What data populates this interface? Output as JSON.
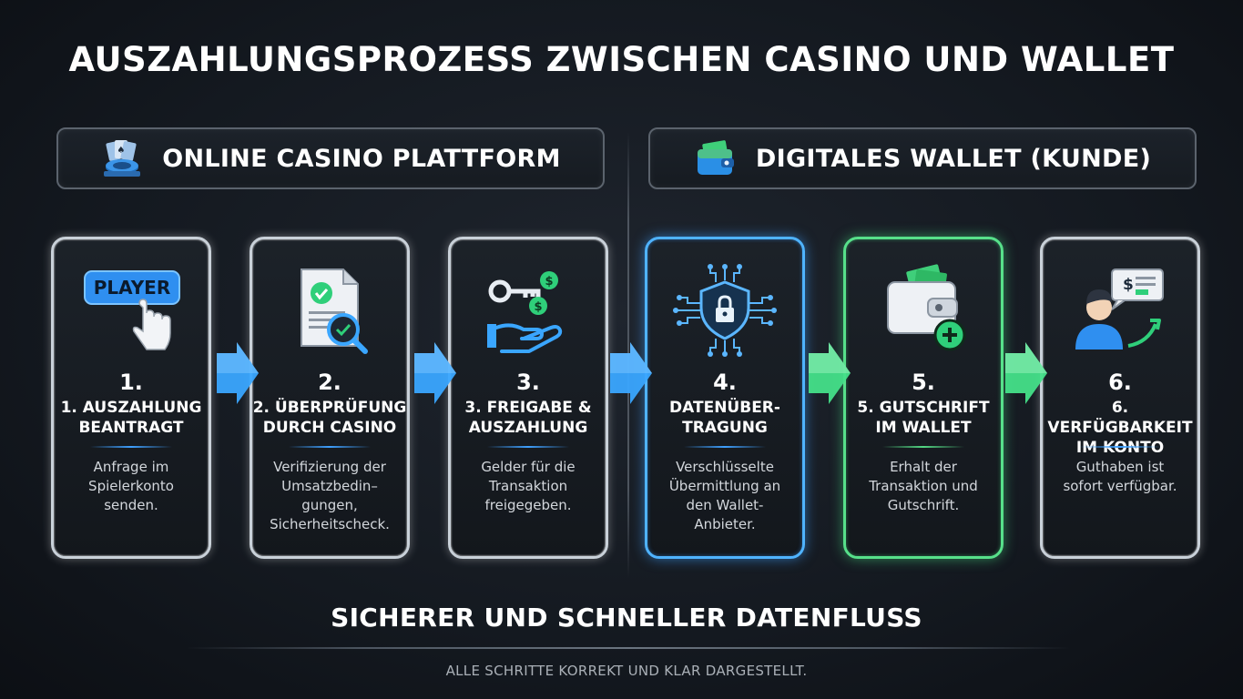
{
  "title": "AUSZAHLUNGSPROZESS ZWISCHEN CASINO UND WALLET",
  "sections": {
    "casino": {
      "label": "ONLINE CASINO PLATTFORM",
      "icon": "casino-cards-chips-icon"
    },
    "wallet": {
      "label": "DIGITALES WALLET (KUNDE)",
      "icon": "wallet-icon"
    }
  },
  "steps": [
    {
      "number": "1.",
      "heading": "1. AUSZAHLUNG\nBEANTRAGT",
      "description": "Anfrage im\nSpielerkonto\nsenden.",
      "icon": "player-button-click-icon",
      "icon_text": "PLAYER"
    },
    {
      "number": "2.",
      "heading": "2. ÜBERPRÜFUNG\nDURCH CASINO",
      "description": "Verifizierung der\nUmsatzbedin–\ngungen,\nSicherheitscheck.",
      "icon": "document-check-magnifier-icon"
    },
    {
      "number": "3.",
      "heading": "3. FREIGABE &\nAUSZAHLUNG",
      "description": "Gelder für die\nTransaktion\nfreigegeben.",
      "icon": "key-hand-money-icon"
    },
    {
      "number": "4.",
      "heading": "DATENÜBER-\nTRAGUNG",
      "description": "Verschlüsselte\nÜbermittlung an\nden Wallet-\nAnbieter.",
      "icon": "secure-lock-shield-network-icon"
    },
    {
      "number": "5.",
      "heading": "5. GUTSCHRIFT\nIM WALLET",
      "description": "Erhalt der\nTransaktion und\nGutschrift.",
      "icon": "wallet-plus-icon"
    },
    {
      "number": "6.",
      "heading": "6. VERFÜGBARKEIT\nIM KONTO",
      "description": "Guthaben ist\nsofort verfügbar.",
      "icon": "user-money-arrow-icon"
    }
  ],
  "colors": {
    "casino_border": "#c9d1d9",
    "transfer_border": "#4fb3ff",
    "wallet_border": "#57e08a",
    "arrow_blue": "#3aa6ff",
    "arrow_green": "#45e089",
    "background": "#141920"
  },
  "footer": {
    "title": "SICHERER UND SCHNELLER DATENFLUSS",
    "note": "ALLE SCHRITTE KORREKT UND KLAR DARGESTELLT."
  }
}
